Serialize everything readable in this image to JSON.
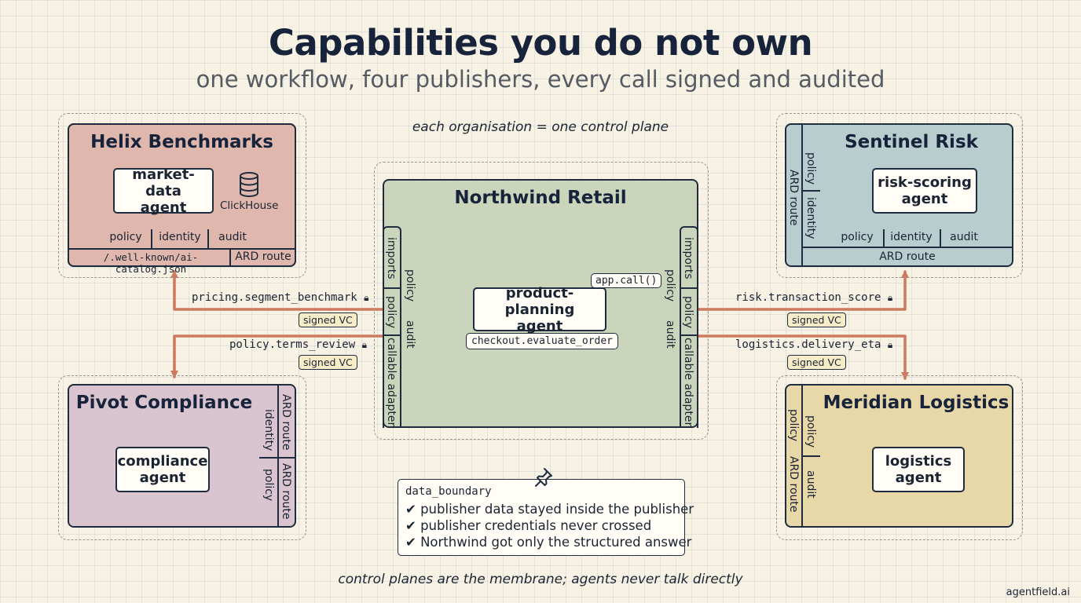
{
  "title": "Capabilities you do not own",
  "subtitle": "one workflow, four publishers, every call signed and audited",
  "top_note": "each organisation = one control plane",
  "bottom_note": "control planes are the membrane; agents never talk directly",
  "footer": "agentfield.ai",
  "colors": {
    "helix": "#dfb7ad",
    "sentinel": "#b7cdce",
    "northwind": "#cad5bb",
    "pivot": "#d9c4cf",
    "meridian": "#e8d8a8",
    "arrow": "#cd7a5e"
  },
  "helix": {
    "name": "Helix Benchmarks",
    "agent_line1": "market-data",
    "agent_line2": "agent",
    "db_label": "ClickHouse",
    "db_icon": "database-icon",
    "policy": "policy",
    "identity": "identity",
    "audit": "audit",
    "catalog": "/.well-known/ai-catalog.json",
    "route": "ARD route"
  },
  "sentinel": {
    "name": "Sentinel Risk",
    "agent_line1": "risk-scoring",
    "agent_line2": "agent",
    "policy_v": "policy",
    "identity_v": "identity",
    "route_v": "ARD route",
    "policy": "policy",
    "identity": "identity",
    "audit": "audit",
    "route": "ARD route"
  },
  "northwind": {
    "name": "Northwind Retail",
    "agent_line1": "product-planning",
    "agent_line2": "agent",
    "app_call": "app.call()",
    "checkout": "checkout.evaluate_order",
    "imports": "imports",
    "policy": "policy",
    "audit": "audit",
    "adapter": "callable adapter"
  },
  "pivot": {
    "name": "Pivot Compliance",
    "agent_line1": "compliance",
    "agent_line2": "agent",
    "identity_v": "identity",
    "policy_v": "policy",
    "route_v": "ARD route"
  },
  "meridian": {
    "name": "Meridian Logistics",
    "agent_line1": "logistics",
    "agent_line2": "agent",
    "policy_v": "policy",
    "audit_v": "audit",
    "route_v": "ARD route"
  },
  "routes": {
    "pricing": "pricing.segment_benchmark",
    "terms": "policy.terms_review",
    "risk": "risk.transaction_score",
    "logistics": "logistics.delivery_eta",
    "signed_vc": "signed VC",
    "lock_icon": "lock-icon"
  },
  "data_boundary": {
    "title": "data_boundary",
    "pin_icon": "pushpin-icon",
    "check_icon": "check-icon",
    "items": [
      "publisher data stayed inside the publisher",
      "publisher credentials never crossed",
      "Northwind got only the structured answer"
    ]
  }
}
